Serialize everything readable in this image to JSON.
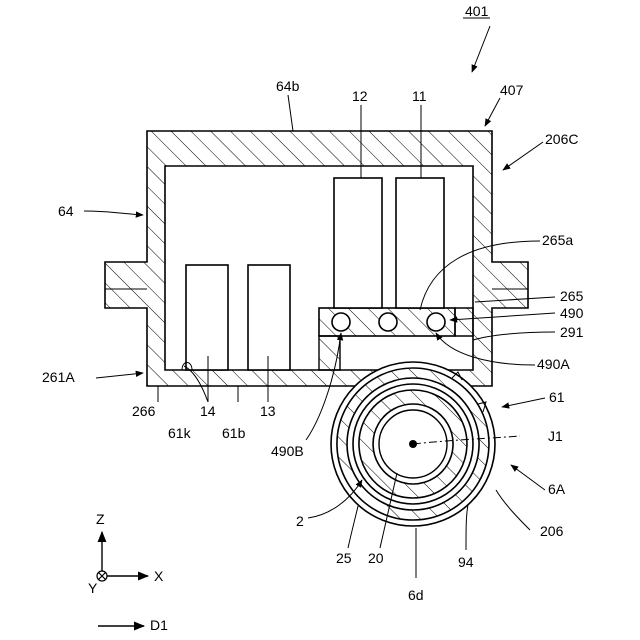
{
  "figure": {
    "labels": {
      "l401": "401",
      "l407": "407",
      "l64b": "64b",
      "l12": "12",
      "l11": "11",
      "l206C": "206C",
      "l64": "64",
      "l265a": "265a",
      "l265": "265",
      "l490": "490",
      "l291": "291",
      "l490A": "490A",
      "l261A": "261A",
      "l61": "61",
      "l266": "266",
      "l14": "14",
      "l13": "13",
      "l61k": "61k",
      "l61b": "61b",
      "l490B": "490B",
      "lJ1": "J1",
      "l6A": "6A",
      "l2": "2",
      "l206": "206",
      "l25": "25",
      "l20": "20",
      "l94": "94",
      "l6d": "6d"
    },
    "axes": {
      "z": "Z",
      "x": "X",
      "y": "Y",
      "d1": "D1"
    }
  }
}
